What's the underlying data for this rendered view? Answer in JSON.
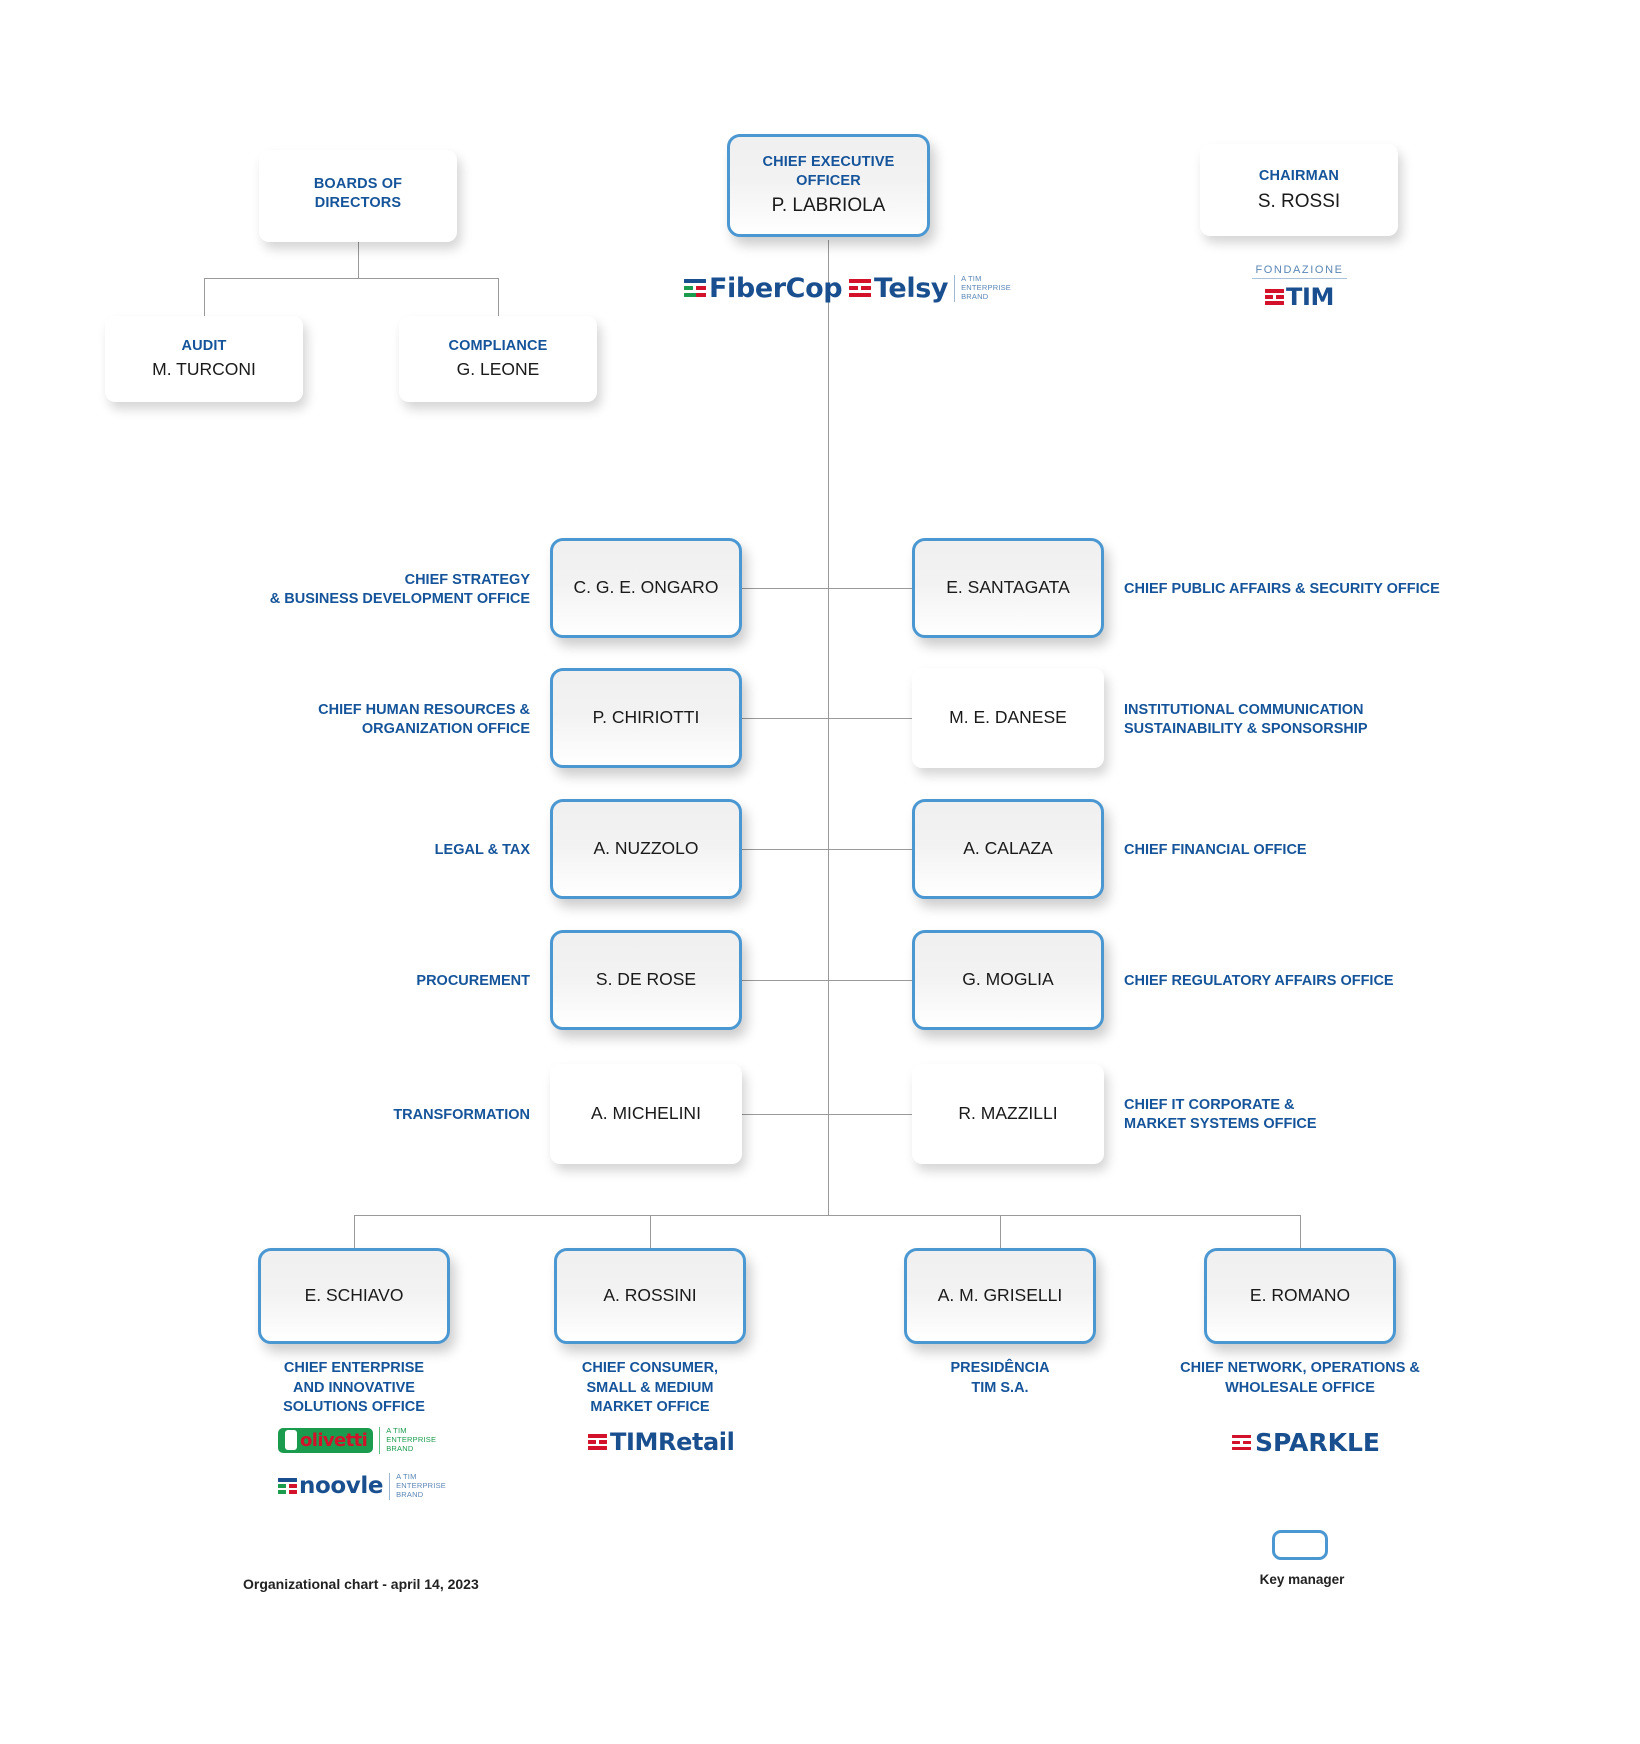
{
  "chart_title": "Organizational chart - april 14, 2023",
  "colors": {
    "accent_blue": "#15549a",
    "key_border": "#4a97d2",
    "line": "#9a9a9a",
    "logo_blue": "#1a4f8f",
    "logo_red": "#d4112a",
    "logo_green": "#1a9b4e"
  },
  "top": {
    "boards": {
      "role": "BOARDS OF\nDIRECTORS",
      "role_line1": "BOARDS OF",
      "role_line2": "DIRECTORS"
    },
    "audit": {
      "role": "AUDIT",
      "person": "M. TURCONI"
    },
    "compliance": {
      "role": "COMPLIANCE",
      "person": "G. LEONE"
    },
    "ceo": {
      "role": "CHIEF EXECUTIVE OFFICER",
      "person": "P. LABRIOLA"
    },
    "chairman": {
      "role": "CHAIRMAN",
      "person": "S. ROSSI"
    }
  },
  "ceo_logos": [
    {
      "name": "fibercop-logo",
      "text": "FiberCop",
      "tag": ""
    },
    {
      "name": "telsy-logo",
      "text": "Telsy",
      "tag_line1": "A TIM",
      "tag_line2": "ENTERPRISE",
      "tag_line3": "BRAND"
    }
  ],
  "chairman_logo": {
    "name": "fondazione-tim-logo",
    "word": "FONDAZIONE",
    "text": "TIM"
  },
  "left_column": [
    {
      "label_line1": "CHIEF STRATEGY",
      "label_line2": "& BUSINESS DEVELOPMENT OFFICE",
      "person": "C. G. E. ONGARO",
      "key": true
    },
    {
      "label_line1": "CHIEF HUMAN RESOURCES &",
      "label_line2": "ORGANIZATION OFFICE",
      "person": "P. CHIRIOTTI",
      "key": true
    },
    {
      "label_line1": "LEGAL & TAX",
      "label_line2": "",
      "person": "A. NUZZOLO",
      "key": true
    },
    {
      "label_line1": "PROCUREMENT",
      "label_line2": "",
      "person": "S. DE ROSE",
      "key": true
    },
    {
      "label_line1": "TRANSFORMATION",
      "label_line2": "",
      "person": "A. MICHELINI",
      "key": false
    }
  ],
  "right_column": [
    {
      "label_line1": "CHIEF PUBLIC AFFAIRS & SECURITY OFFICE",
      "label_line2": "",
      "person": "E. SANTAGATA",
      "key": true
    },
    {
      "label_line1": "INSTITUTIONAL COMMUNICATION",
      "label_line2": "SUSTAINABILITY & SPONSORSHIP",
      "person": "M. E. DANESE",
      "key": false
    },
    {
      "label_line1": "CHIEF FINANCIAL OFFICE",
      "label_line2": "",
      "person": "A. CALAZA",
      "key": true
    },
    {
      "label_line1": "CHIEF REGULATORY AFFAIRS OFFICE",
      "label_line2": "",
      "person": "G. MOGLIA",
      "key": true
    },
    {
      "label_line1": "CHIEF IT CORPORATE &",
      "label_line2": "MARKET SYSTEMS OFFICE",
      "person": "R. MAZZILLI",
      "key": false
    }
  ],
  "bottom_row": [
    {
      "person": "E. SCHIAVO",
      "caption_lines": [
        "CHIEF ENTERPRISE",
        "AND INNOVATIVE",
        "SOLUTIONS OFFICE"
      ],
      "logos": [
        {
          "name": "olivetti-logo",
          "text": "olivetti",
          "tag_line1": "A TIM",
          "tag_line2": "ENTERPRISE",
          "tag_line3": "BRAND"
        },
        {
          "name": "noovle-logo",
          "text": "noovle",
          "tag_line1": "A TIM",
          "tag_line2": "ENTERPRISE",
          "tag_line3": "BRAND"
        }
      ]
    },
    {
      "person": "A. ROSSINI",
      "caption_lines": [
        "CHIEF CONSUMER,",
        "SMALL & MEDIUM",
        "MARKET OFFICE"
      ],
      "logos": [
        {
          "name": "timretail-logo",
          "text": "TIMRetail",
          "tag_line1": "",
          "tag_line2": "",
          "tag_line3": ""
        }
      ]
    },
    {
      "person": "A. M. GRISELLI",
      "caption_lines": [
        "PRESIDÊNCIA",
        "TIM S.A."
      ],
      "logos": []
    },
    {
      "person": "E. ROMANO",
      "caption_lines": [
        "CHIEF NETWORK, OPERATIONS &",
        "WHOLESALE OFFICE"
      ],
      "logos": [
        {
          "name": "sparkle-logo",
          "text": "SPARKLE",
          "tag_line1": "",
          "tag_line2": "",
          "tag_line3": ""
        }
      ]
    }
  ],
  "legend": {
    "label": "Key manager"
  },
  "footer": {
    "text": "Organizational chart - april 14, 2023"
  }
}
